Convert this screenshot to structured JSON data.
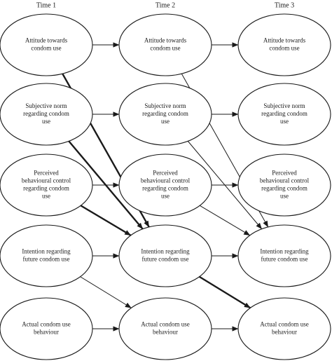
{
  "columns": [
    {
      "id": "t1",
      "label": "Time 1"
    },
    {
      "id": "t2",
      "label": "Time 2"
    },
    {
      "id": "t3",
      "label": "Time 3"
    }
  ],
  "constructs": [
    {
      "id": "att",
      "lines": [
        "Attitude towards",
        "condom use"
      ]
    },
    {
      "id": "sn",
      "lines": [
        "Subjective norm",
        "regarding condom",
        "use"
      ]
    },
    {
      "id": "pbc",
      "lines": [
        "Perceived",
        "behavioural control",
        "regarding condom",
        "use"
      ]
    },
    {
      "id": "int",
      "lines": [
        "Intention regarding",
        "future condom use"
      ]
    },
    {
      "id": "beh",
      "lines": [
        "Actual condom use",
        "behaviour"
      ]
    }
  ],
  "edges": [
    {
      "from": "t1.att",
      "to": "t2.att",
      "weight": "normal"
    },
    {
      "from": "t1.att",
      "to": "t2.int",
      "weight": "bold"
    },
    {
      "from": "t1.sn",
      "to": "t2.sn",
      "weight": "normal"
    },
    {
      "from": "t1.sn",
      "to": "t2.int",
      "weight": "bold"
    },
    {
      "from": "t1.pbc",
      "to": "t2.pbc",
      "weight": "normal"
    },
    {
      "from": "t1.pbc",
      "to": "t2.int",
      "weight": "bold"
    },
    {
      "from": "t1.int",
      "to": "t2.int",
      "weight": "normal"
    },
    {
      "from": "t1.int",
      "to": "t2.beh",
      "weight": "normal"
    },
    {
      "from": "t1.beh",
      "to": "t2.beh",
      "weight": "normal"
    },
    {
      "from": "t2.att",
      "to": "t3.att",
      "weight": "normal"
    },
    {
      "from": "t2.att",
      "to": "t3.int",
      "weight": "normal"
    },
    {
      "from": "t2.sn",
      "to": "t3.sn",
      "weight": "normal"
    },
    {
      "from": "t2.sn",
      "to": "t3.int",
      "weight": "normal"
    },
    {
      "from": "t2.pbc",
      "to": "t3.pbc",
      "weight": "normal"
    },
    {
      "from": "t2.pbc",
      "to": "t3.int",
      "weight": "normal"
    },
    {
      "from": "t2.int",
      "to": "t3.int",
      "weight": "normal"
    },
    {
      "from": "t2.int",
      "to": "t3.beh",
      "weight": "bold"
    },
    {
      "from": "t2.beh",
      "to": "t3.beh",
      "weight": "normal"
    }
  ]
}
